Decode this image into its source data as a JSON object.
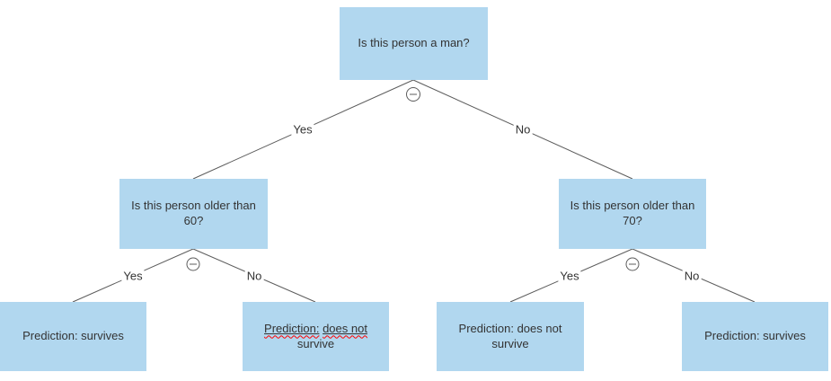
{
  "styles": {
    "node_fill": "#b1d7ef",
    "text_color": "#333333",
    "line_color": "#5c5c5c",
    "label_bg": "#ffffff",
    "spellcheck_color": "#ff0000"
  },
  "icons": {
    "collapse": "minus-circle-icon"
  },
  "tree": {
    "root": {
      "question": "Is this person a man?"
    },
    "branches": {
      "left": {
        "question": "Is this person older than 60?"
      },
      "right": {
        "question": "Is this person older than 70?"
      }
    },
    "leaves": [
      {
        "label": "Prediction: survives"
      },
      {
        "segments": {
          "part1": "Prediction:",
          "part2": "does not",
          "part3": "survive"
        }
      },
      {
        "label": "Prediction: does not survive"
      },
      {
        "label": "Prediction: survives"
      }
    ],
    "edge_labels": [
      {
        "label": "Yes"
      },
      {
        "label": "No"
      },
      {
        "label": "Yes"
      },
      {
        "label": "No"
      },
      {
        "label": "Yes"
      },
      {
        "label": "No"
      }
    ]
  }
}
